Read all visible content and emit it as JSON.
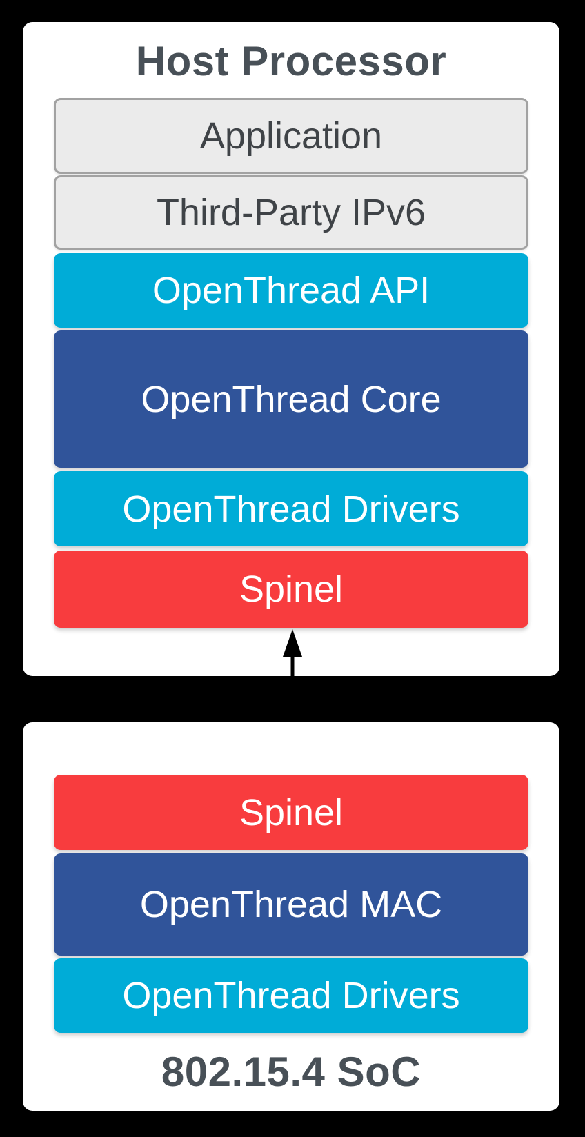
{
  "background_color": "#000000",
  "heading_text_color": "#485057",
  "palette": {
    "cyan": "#00ACD7",
    "dark_blue": "#30549A",
    "red": "#F83C3E",
    "gray_fill": "#EBEBEB",
    "gray_border": "#A2A2A2",
    "gray_text": "#3F4347",
    "white_text": "#FFFFFF",
    "card_fill": "#FFFFFF"
  },
  "host_processor": {
    "title": "Host Processor",
    "layers": {
      "application": {
        "label": "Application",
        "fill": "#EBEBEB",
        "text_color": "#3F4347",
        "border_color": "#A2A2A2"
      },
      "third_party_ipv6": {
        "label": "Third-Party IPv6",
        "fill": "#EBEBEB",
        "text_color": "#3F4347",
        "border_color": "#A2A2A2"
      },
      "openthread_api": {
        "label": "OpenThread API",
        "fill": "#00ACD7",
        "text_color": "#FFFFFF"
      },
      "openthread_core": {
        "label": "OpenThread Core",
        "fill": "#30549A",
        "text_color": "#FFFFFF"
      },
      "openthread_drivers": {
        "label": "OpenThread Drivers",
        "fill": "#00ACD7",
        "text_color": "#FFFFFF"
      },
      "spinel": {
        "label": "Spinel",
        "fill": "#F83C3E",
        "text_color": "#FFFFFF"
      }
    }
  },
  "connector": {
    "icon": "double-headed-vertical-arrow",
    "color": "#000000"
  },
  "soc": {
    "title": "802.15.4 SoC",
    "layers": {
      "spinel": {
        "label": "Spinel",
        "fill": "#F83C3E",
        "text_color": "#FFFFFF"
      },
      "openthread_mac": {
        "label": "OpenThread MAC",
        "fill": "#30549A",
        "text_color": "#FFFFFF"
      },
      "openthread_drivers": {
        "label": "OpenThread Drivers",
        "fill": "#00ACD7",
        "text_color": "#FFFFFF"
      }
    }
  }
}
